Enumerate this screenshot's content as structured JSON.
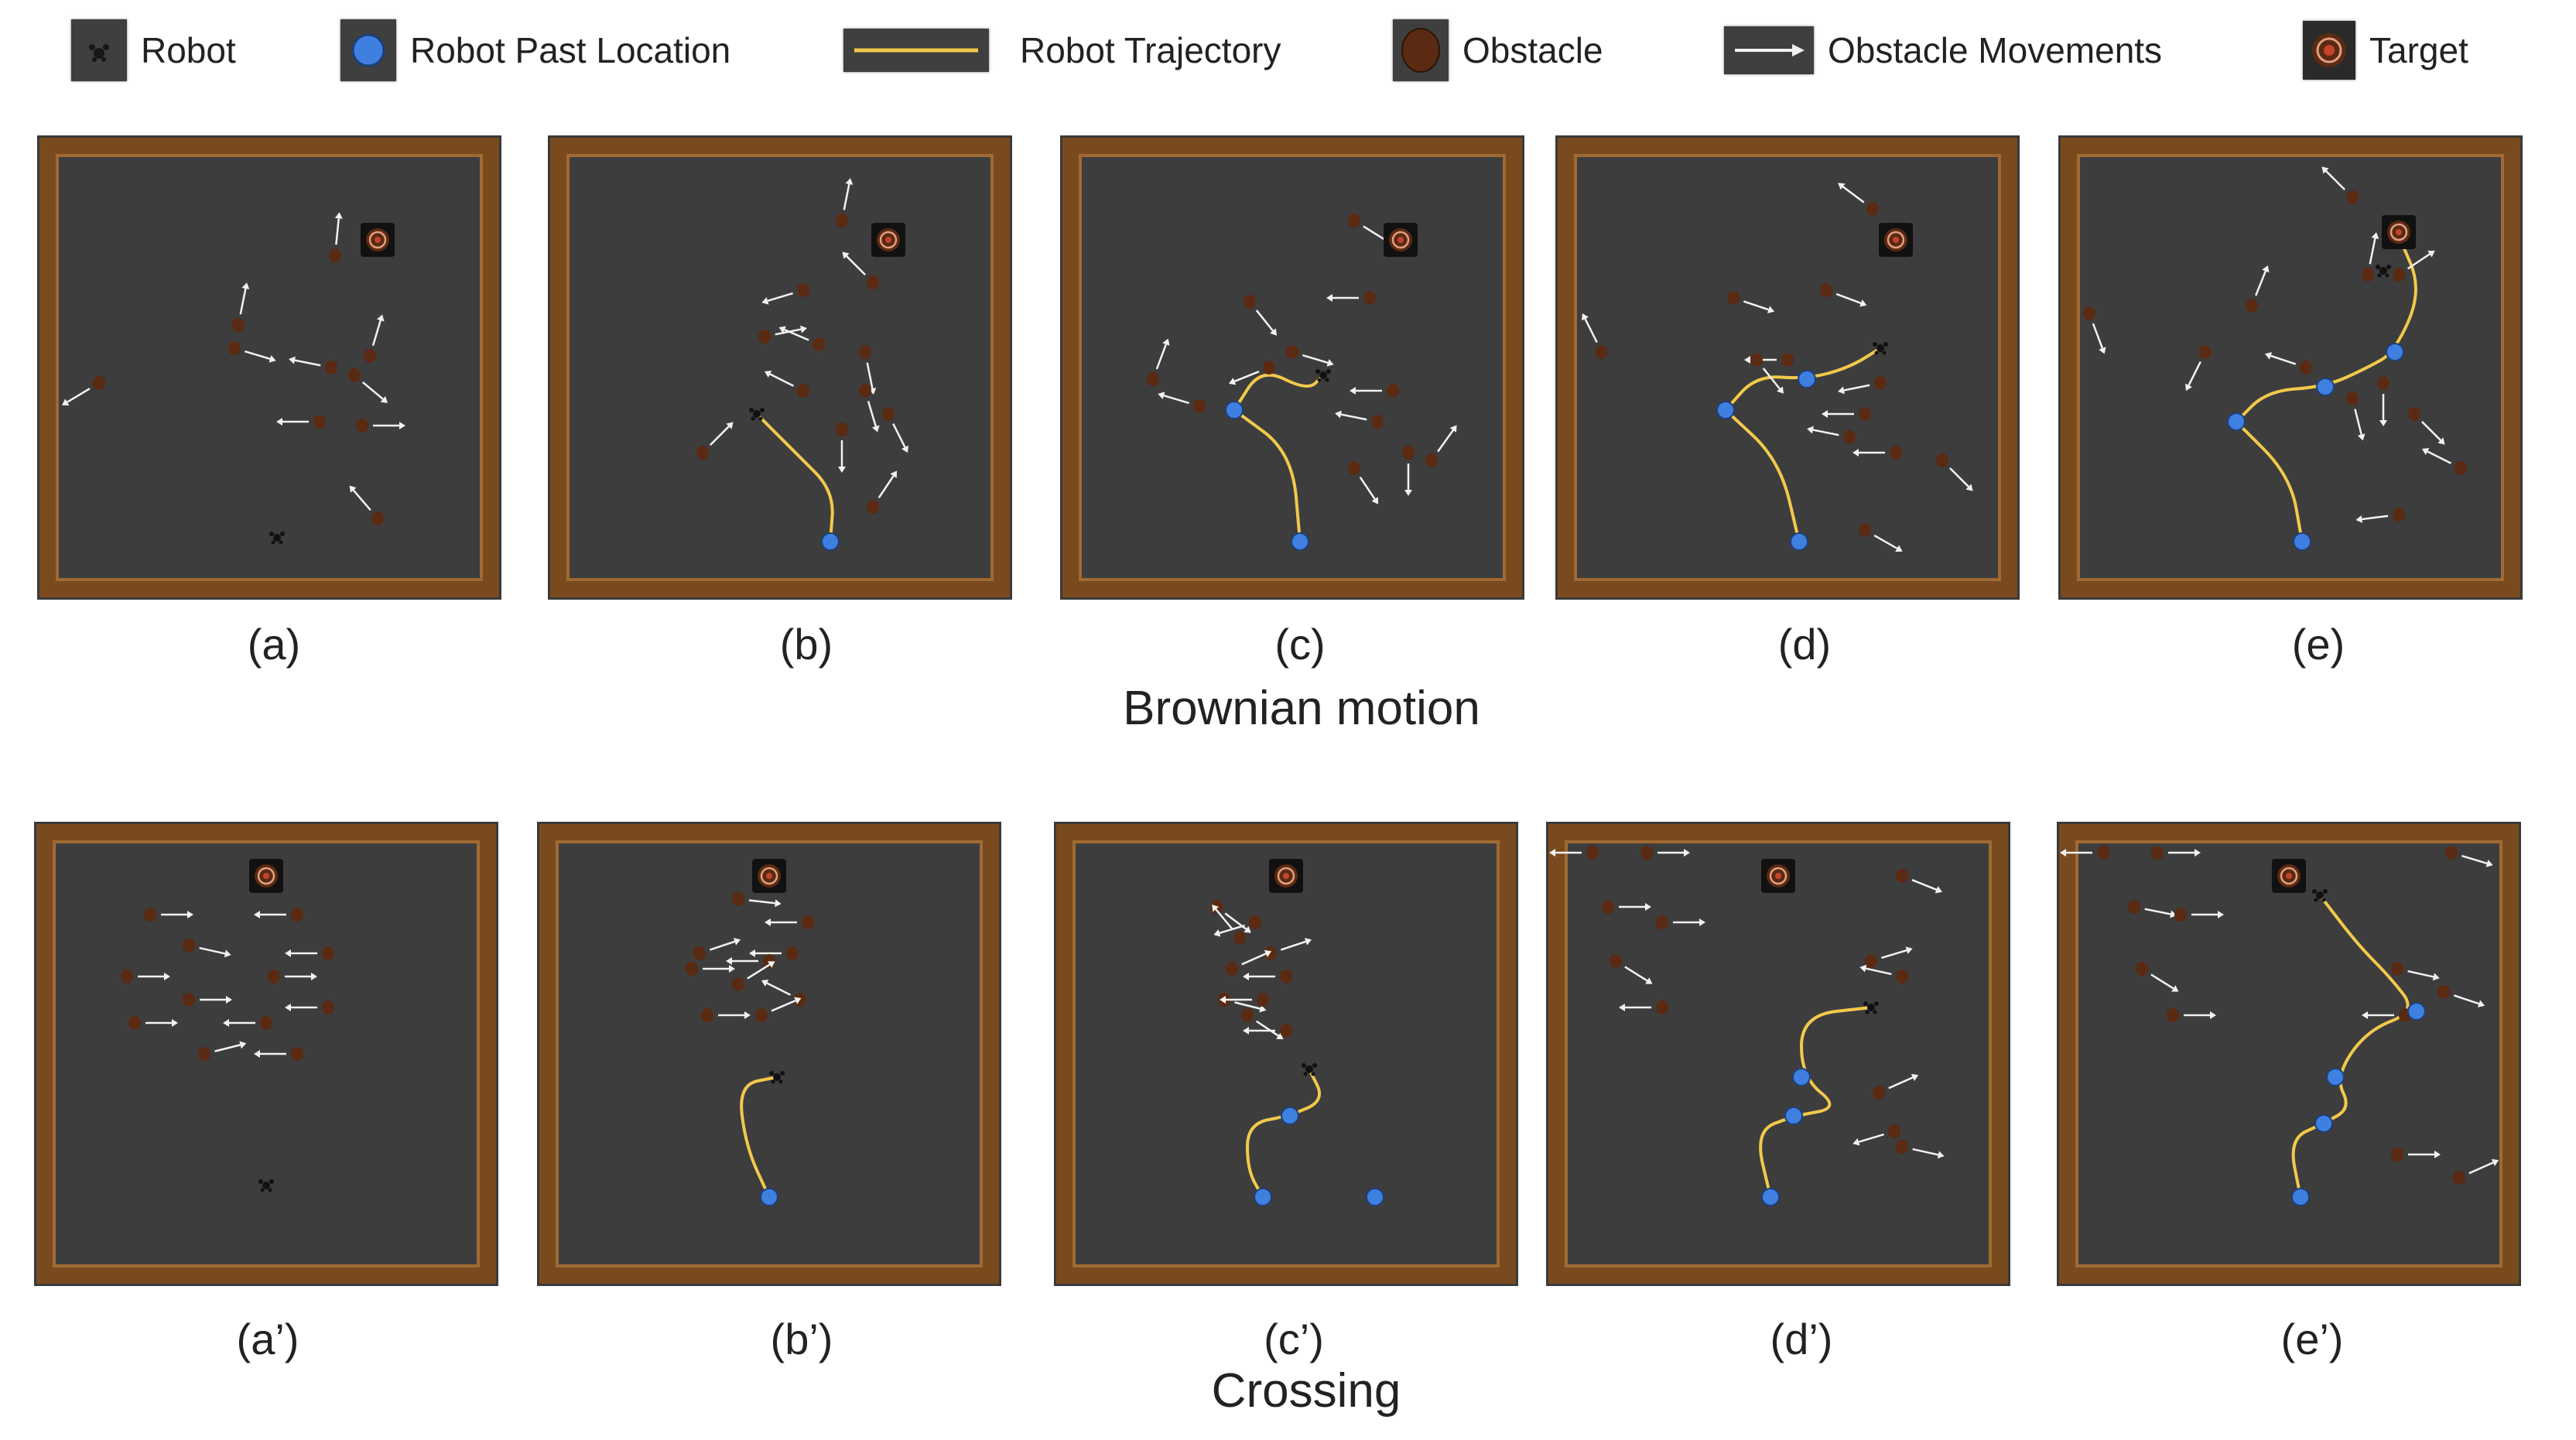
{
  "legend": {
    "robot": "Robot",
    "past_location": "Robot Past Location",
    "trajectory": "Robot Trajectory",
    "obstacle": "Obstacle",
    "obstacle_movements": "Obstacle Movements",
    "target": "Target"
  },
  "colors": {
    "arena_floor": "#3d3d3d",
    "arena_wall": "#7a4a1f",
    "trajectory": "#f2c94c",
    "past_location": "#3f7fe0",
    "obstacle": "#5a2a12",
    "arrow": "#f2f2f2"
  },
  "sections": {
    "brownian": {
      "title": "Brownian motion",
      "captions": [
        "(a)",
        "(b)",
        "(c)",
        "(d)",
        "(e)"
      ]
    },
    "crossing": {
      "title": "Crossing",
      "captions": [
        "(a’)",
        "(b’)",
        "(c’)",
        "(d’)",
        "(e’)"
      ]
    }
  }
}
